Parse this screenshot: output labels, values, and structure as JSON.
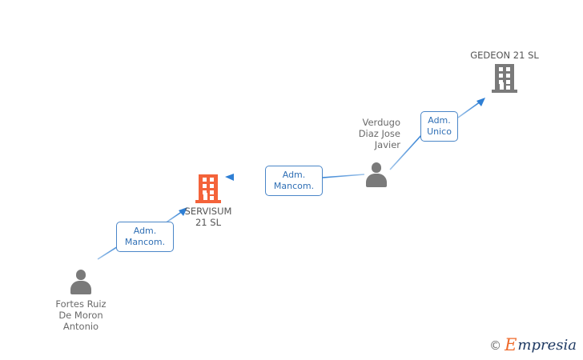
{
  "diagram": {
    "background_color": "#ffffff",
    "company_icon_color": "#f4633a",
    "related_company_icon_color": "#7a7a7a",
    "person_icon_color": "#7a7a7a",
    "edge_color": "#3f8ddd",
    "edge_label_border_color": "#4a86c8",
    "edge_label_text_color": "#2f6fb5",
    "label_text_color": "#6a6a6a"
  },
  "nodes": [
    {
      "id": "gedeon",
      "type": "company",
      "icon": "building-icon",
      "label": "GEDEON 21 SL",
      "label_position": "above",
      "label_align": "center"
    },
    {
      "id": "servisum",
      "type": "company-main",
      "icon": "building-icon",
      "label": "SERVISUM\n21 SL",
      "label_position": "below",
      "label_align": "center"
    },
    {
      "id": "verdugo",
      "type": "person",
      "icon": "person-icon",
      "label": "Verdugo\nDiaz Jose\nJavier",
      "label_position": "left",
      "label_align": "right"
    },
    {
      "id": "fortes",
      "type": "person",
      "icon": "person-icon",
      "label": "Fortes Ruiz\nDe Moron\nAntonio",
      "label_position": "below",
      "label_align": "center"
    }
  ],
  "edges": [
    {
      "id": "verdugo-gedeon",
      "from": "verdugo",
      "to": "gedeon",
      "label": "Adm.\nUnico"
    },
    {
      "id": "verdugo-servisum",
      "from": "verdugo",
      "to": "servisum",
      "label": "Adm.\nMancom."
    },
    {
      "id": "fortes-servisum",
      "from": "fortes",
      "to": "servisum",
      "label": "Adm.\nMancom."
    }
  ],
  "watermark": {
    "copyright": "©",
    "brand_initial": "E",
    "brand_rest": "mpresia"
  }
}
